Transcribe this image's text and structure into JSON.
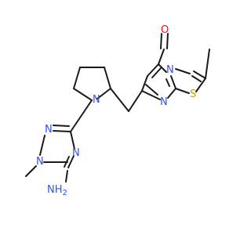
{
  "molecule": {
    "atoms": {
      "N1": {
        "text": "N",
        "color": "#3050F8"
      },
      "N2": {
        "text": "N",
        "color": "#3050F8"
      },
      "N3": {
        "text": "N",
        "color": "#3050F8"
      },
      "N4": {
        "text": "N",
        "color": "#3050F8"
      },
      "N5": {
        "text": "N",
        "color": "#3050F8"
      },
      "N6": {
        "text": "N",
        "color": "#3050F8"
      },
      "O1": {
        "text": "O",
        "color": "#FF0D0D"
      },
      "S1": {
        "text": "S",
        "color": "#C8A000"
      },
      "NH2": {
        "text": "NH",
        "sub": "2",
        "color": "#3050F8"
      }
    },
    "colors": {
      "bond": "#1a1a1a",
      "nitrogen": "#3050F8",
      "oxygen": "#FF0D0D",
      "sulfur": "#C8A000"
    }
  }
}
